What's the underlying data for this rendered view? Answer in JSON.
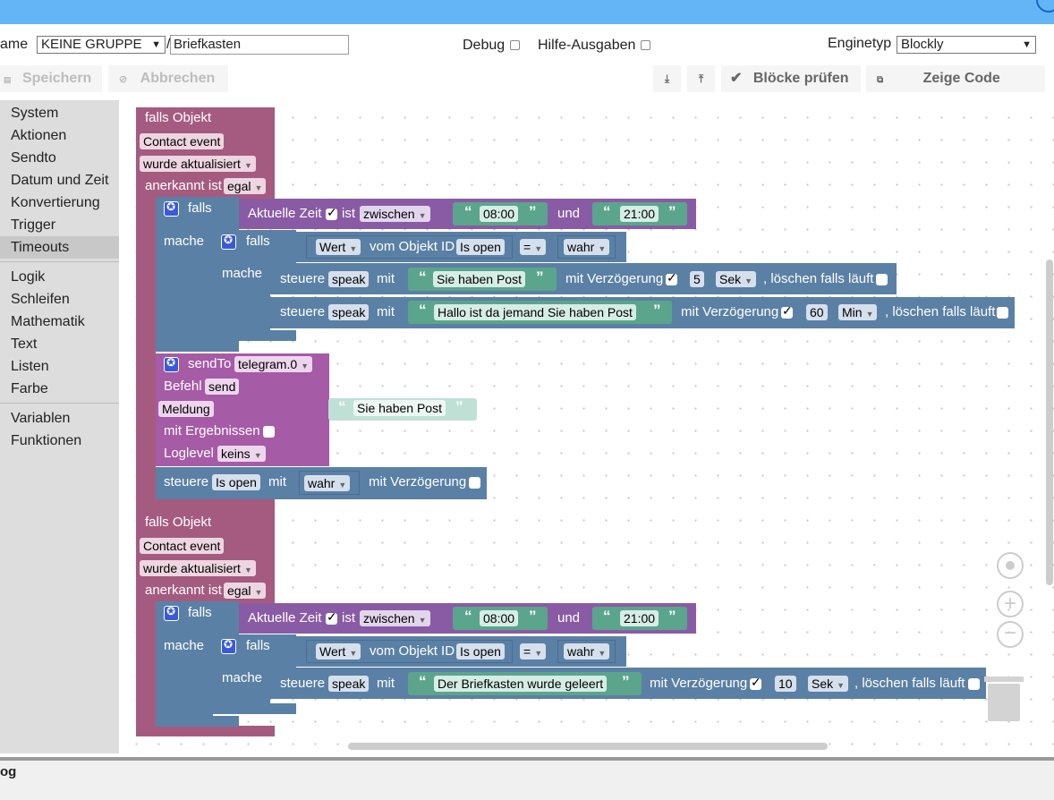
{
  "header": {
    "name_label": "ame",
    "group_value": "KEINE GRUPPE",
    "slash": "/",
    "name_value": "Briefkasten",
    "debug_label": "Debug",
    "help_label": "Hilfe-Ausgaben",
    "engine_label": "Enginetyp",
    "engine_value": "Blockly"
  },
  "toolbar": {
    "save": "Speichern",
    "cancel": "Abbrechen",
    "check_blocks": "Blöcke prüfen",
    "show_code": "Zeige Code"
  },
  "sidebar": {
    "selected": "Timeouts",
    "items": [
      "System",
      "Aktionen",
      "Sendto",
      "Datum und Zeit",
      "Konvertierung",
      "Trigger",
      "Timeouts",
      "Logik",
      "Schleifen",
      "Mathematik",
      "Text",
      "Listen",
      "Farbe",
      "Variablen",
      "Funktionen"
    ]
  },
  "blocks": {
    "falls_objekt": "falls Objekt",
    "contact_event": "Contact event",
    "wurde_aktualisiert": "wurde aktualisiert",
    "anerkannt_ist": "anerkannt ist",
    "egal": "egal",
    "falls": "falls",
    "mache": "mache",
    "aktuelle_zeit": "Aktuelle Zeit",
    "ist": "ist",
    "zwischen": "zwischen",
    "time_from": "08:00",
    "und": "und",
    "time_to": "21:00",
    "wert": "Wert",
    "vom_objekt_id": "vom Objekt ID",
    "is_open": "Is open",
    "eq": "=",
    "wahr": "wahr",
    "steuere": "steuere",
    "speak": "speak",
    "mit": "mit",
    "mit_verzoegerung": "mit Verzögerung",
    "loeschen": ", löschen falls läuft",
    "msg1": "Sie haben Post",
    "delay1": "5",
    "unit_sek": "Sek",
    "msg2": "Hallo ist da jemand Sie haben Post",
    "delay2": "60",
    "unit_min": "Min",
    "sendto": "sendTo",
    "telegram": "telegram.0",
    "befehl": "Befehl",
    "send": "send",
    "meldung": "Meldung",
    "msg_telegram": "Sie haben Post",
    "mit_ergebnissen": "mit Ergebnissen",
    "loglevel": "Loglevel",
    "keins": "keins",
    "msg3": "Der Briefkasten wurde geleert",
    "delay3": "10"
  },
  "log": {
    "label": "og"
  },
  "colors": {
    "topbar": "#64b5f6",
    "event_block": "#a55b80",
    "logic_block": "#5b80a5",
    "time_block": "#8a5ba5",
    "text_block": "#5ba58c",
    "sendto_block": "#a55ba5"
  }
}
